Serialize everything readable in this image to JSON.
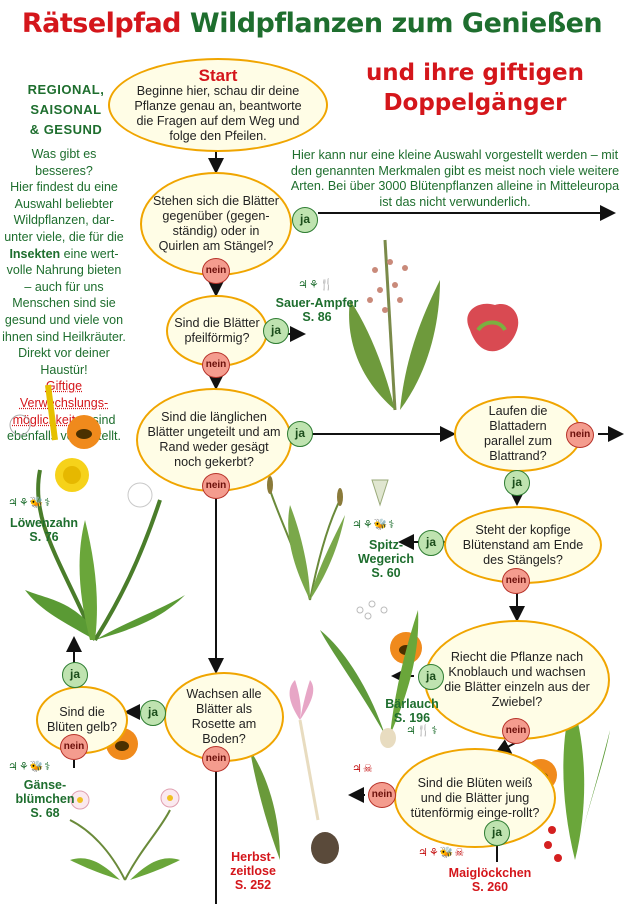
{
  "header": {
    "title_part1": "Rätselpfad",
    "title_part2": "Wildpflanzen zum Genießen",
    "subtitle_line1": "und ihre giftigen",
    "subtitle_line2": "Doppelgänger"
  },
  "intro": {
    "heading_lines": [
      "REGIONAL,",
      "SAISONAL",
      "& GESUND"
    ],
    "line1": "Was gibt es besseres?",
    "line2": "Hier findest du eine Auswahl beliebter Wildpflanzen, dar-unter viele, die für die",
    "insects": "Insekten",
    "line3": "eine wert-volle Nahrung bieten – auch für uns Menschen sind sie gesund und viele von ihnen sind Heilkräuter. Direkt vor deiner Haustür!",
    "warning": "Giftige Verwechslungs-möglichkeiten",
    "line4": "sind ebenfalls vorgestellt."
  },
  "note": "Hier kann nur eine kleine Auswahl vorgestellt werden – mit den genannten Merkmalen gibt es meist noch viele weitere Arten. Bei über 3000 Blütenpflanzen alleine in Mitteleuropa ist das nicht verwunderlich.",
  "start": {
    "label": "Start",
    "text": "Beginne hier, schau dir deine Pflanze genau an, beantworte die Fragen auf dem Weg und folge den Pfeilen."
  },
  "questions": {
    "q1": "Stehen sich die Blätter gegenüber (gegen-ständig) oder in Quirlen am Stängel?",
    "q2": "Sind die Blätter pfeilförmig?",
    "q3": "Sind die länglichen Blätter ungeteilt und am Rand weder gesägt noch gekerbt?",
    "q4": "Wachsen alle Blätter als Rosette am Boden?",
    "q5": "Sind die Blüten gelb?",
    "q6": "Laufen die Blattadern parallel zum Blattrand?",
    "q7": "Steht der kopfige Blütenstand am Ende des Stängels?",
    "q8": "Riecht die Pflanze nach Knoblauch und wachsen die Blätter einzeln aus der Zwiebel?",
    "q9": "Sind die Blüten weiß und die Blätter jung tütenförmig einge-rollt?"
  },
  "answers": {
    "yes": "ja",
    "no": "nein"
  },
  "plants": {
    "sauer": {
      "name": "Sauer-Ampfer",
      "page": "S. 86",
      "symbols": "♃⚘🍴"
    },
    "loewen": {
      "name": "Löwenzahn",
      "page": "S. 76",
      "symbols": "♃⚘🐝⚕"
    },
    "spitz": {
      "name": "Spitz-Wegerich",
      "page": "S. 60",
      "symbols": "♃⚘🐝⚕"
    },
    "baer": {
      "name": "Bärlauch",
      "page": "S. 196",
      "symbols": "♃🍴⚕"
    },
    "gaense": {
      "name": "Gänse-blümchen",
      "page": "S. 68",
      "symbols": "♃⚘🐝⚕"
    },
    "herbst": {
      "name": "Herbst-zeitlose",
      "page": "S. 252",
      "symbols": "♃☠"
    },
    "mai": {
      "name": "Maiglöckchen",
      "page": "S. 260",
      "symbols": "♃⚘🐝☠"
    }
  },
  "colors": {
    "title_red": "#d4161b",
    "title_green": "#1e6e2e",
    "node_border": "#f0a500",
    "yes_fill": "#bfe3b0",
    "no_fill": "#f49c8e"
  }
}
